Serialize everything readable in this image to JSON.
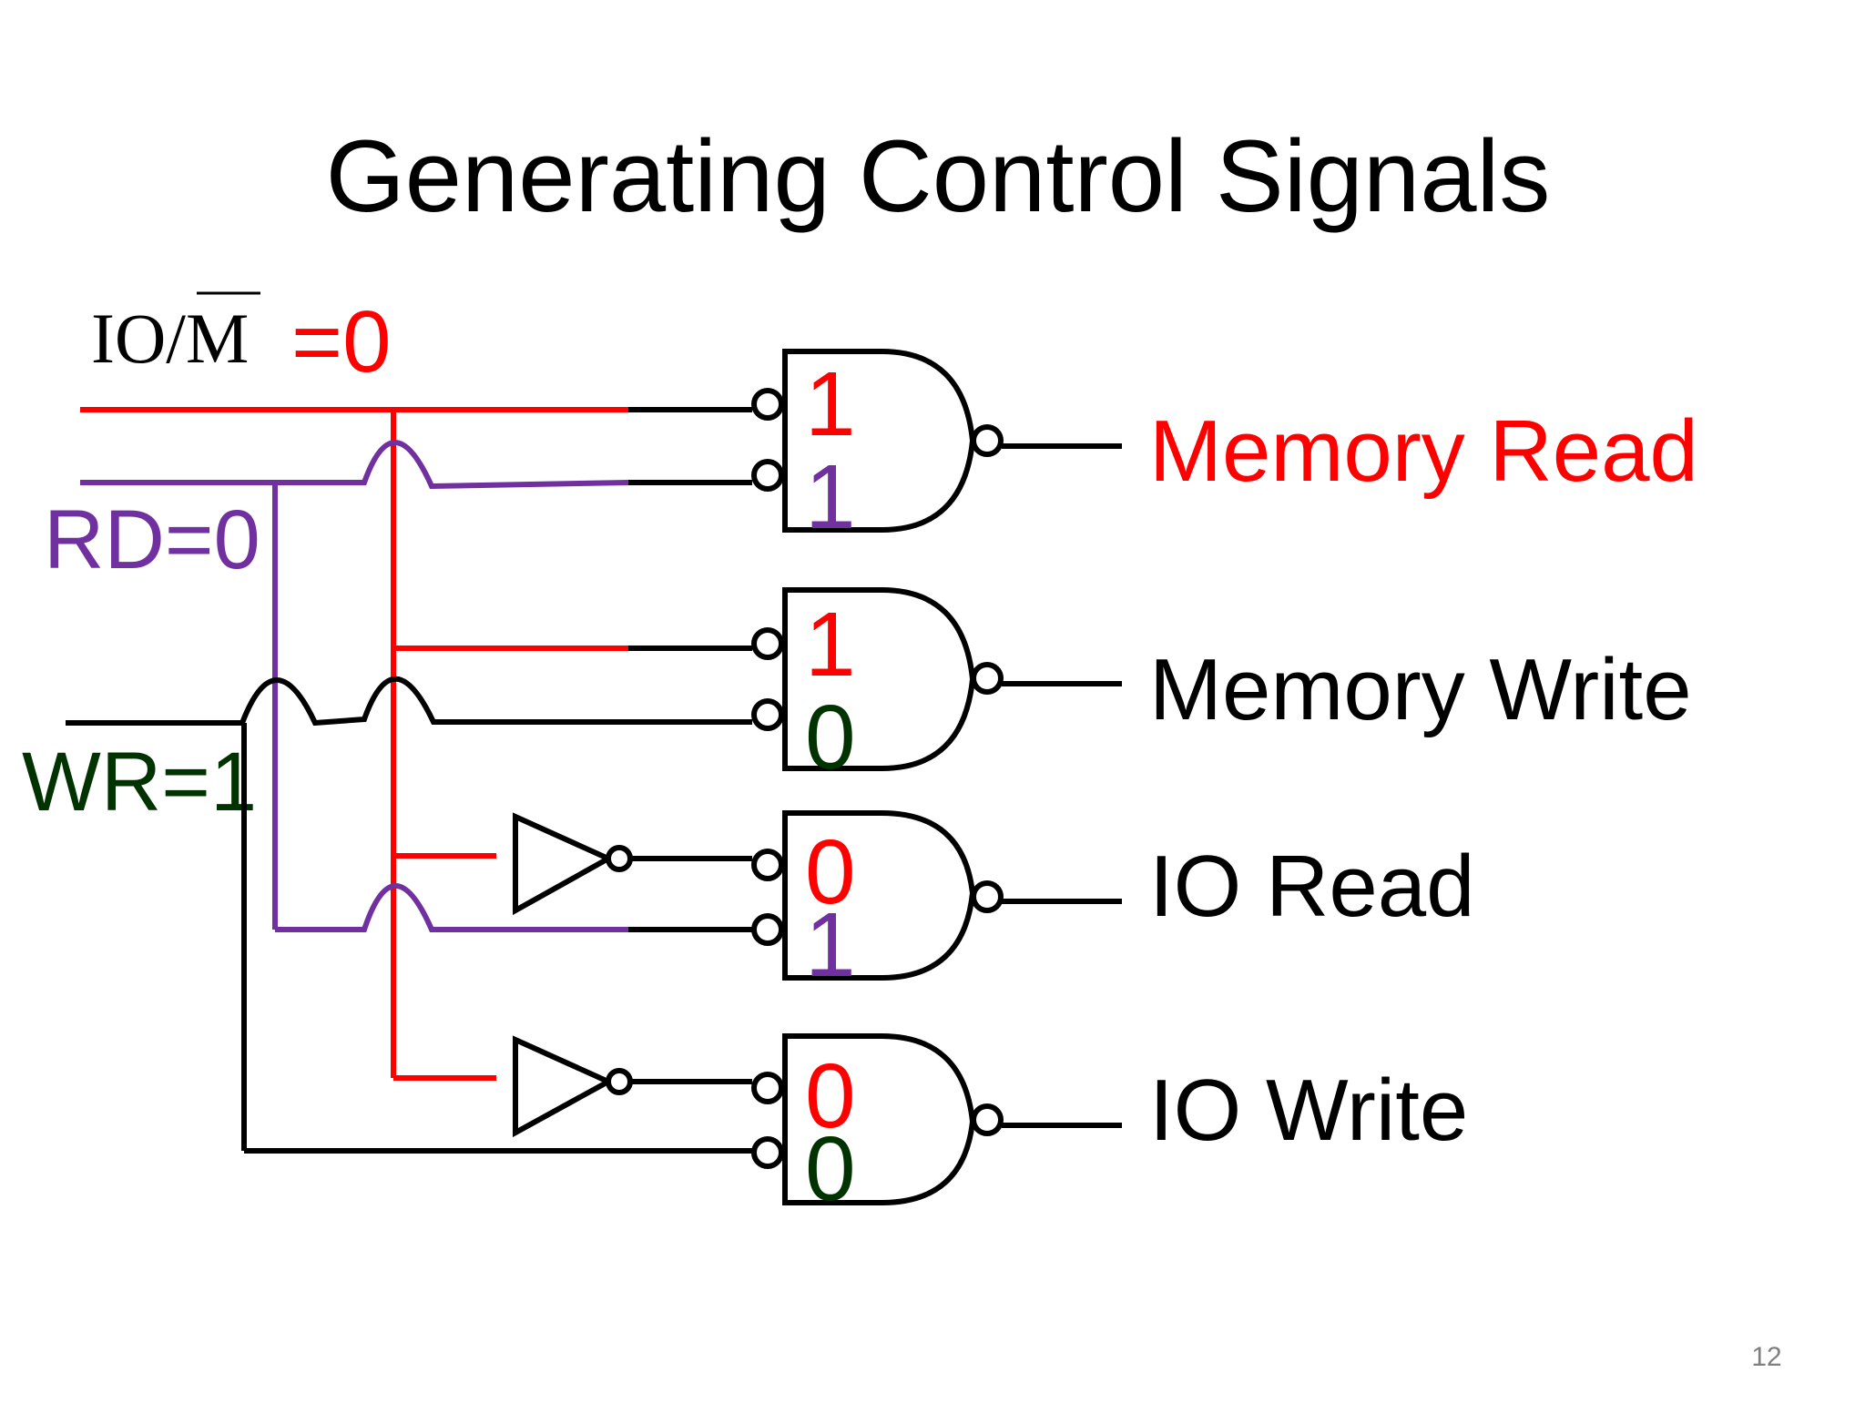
{
  "slide": {
    "title": "Generating Control Signals",
    "page_number": "12"
  },
  "inputs": {
    "io_m": {
      "label": "IO/M",
      "value_text": "=0",
      "color": "#ff0000"
    },
    "rd": {
      "label": "RD=0",
      "color": "#7030a0"
    },
    "wr": {
      "label": "WR=1",
      "color": "#003300"
    }
  },
  "gates": [
    {
      "output_label": "Memory Read",
      "output_color": "#ff0000",
      "in1": "1",
      "in1_color": "#ff0000",
      "in2": "1",
      "in2_color": "#7030a0"
    },
    {
      "output_label": "Memory Write",
      "output_color": "#000000",
      "in1": "1",
      "in1_color": "#ff0000",
      "in2": "0",
      "in2_color": "#003300"
    },
    {
      "output_label": "IO Read",
      "output_color": "#000000",
      "in1": "0",
      "in1_color": "#ff0000",
      "in2": "1",
      "in2_color": "#7030a0"
    },
    {
      "output_label": "IO Write",
      "output_color": "#000000",
      "in1": "0",
      "in1_color": "#ff0000",
      "in2": "0",
      "in2_color": "#003300"
    }
  ],
  "colors": {
    "io_m_wire": "#ff0000",
    "rd_wire": "#7030a0",
    "wr_wire": "#000000"
  }
}
